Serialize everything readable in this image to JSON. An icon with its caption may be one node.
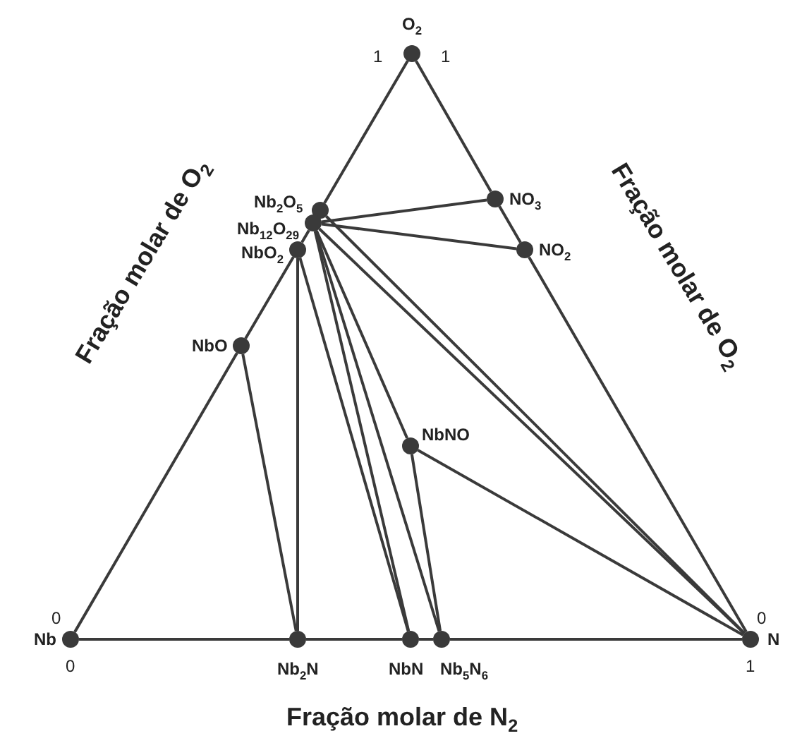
{
  "diagram": {
    "nodes": [
      {
        "text": [
          "O$_{2}$"
        ]
      },
      {
        "text": [
          "Nb$_{2}$O$_{5}$"
        ]
      },
      {
        "text": [
          "NO$_{3}$"
        ]
      },
      {
        "text": [
          "Nb$_{12}$O$_{29}$"
        ]
      },
      {
        "text": [
          "NbO$_{2}$"
        ]
      },
      {
        "text": [
          "NO$_{2}$"
        ]
      },
      {
        "text": [
          "NbO"
        ]
      },
      {
        "text": [
          "NbNO"
        ]
      },
      {
        "text": [
          "Nb"
        ]
      },
      {
        "text": [
          "Nb$_{2}$N"
        ]
      },
      {
        "text": [
          "NbN"
        ]
      },
      {
        "text": [
          "Nb$_{5}$N$_{6}$"
        ]
      },
      {
        "text": [
          "N"
        ]
      }
    ],
    "edges": [
      {
        "from": 0,
        "to": 1,
        "arrow": "none"
      },
      {
        "from": 3,
        "to": 4,
        "arrow": "none"
      },
      {
        "from": 4,
        "to": 6,
        "arrow": "none"
      },
      {
        "from": 6,
        "to": 8,
        "arrow": "none"
      },
      {
        "from": 0,
        "to": 2,
        "arrow": "none"
      },
      {
        "from": 2,
        "to": 5,
        "arrow": "none"
      },
      {
        "from": 5,
        "to": 12,
        "arrow": "none"
      },
      {
        "from": 8,
        "to": 9,
        "arrow": "none"
      },
      {
        "from": 9,
        "to": 10,
        "arrow": "none"
      },
      {
        "from": 10,
        "to": 11,
        "arrow": "none"
      },
      {
        "from": 11,
        "to": 12,
        "arrow": "none"
      },
      {
        "from": 3,
        "to": 2,
        "arrow": "none"
      },
      {
        "from": 3,
        "to": 5,
        "arrow": "none"
      },
      {
        "from": 1,
        "to": 12,
        "arrow": "none"
      },
      {
        "from": 3,
        "to": 12,
        "arrow": "none"
      },
      {
        "from": 6,
        "to": 9,
        "arrow": "none"
      },
      {
        "from": 4,
        "to": 9,
        "arrow": "none"
      },
      {
        "from": 4,
        "to": 10,
        "arrow": "none"
      },
      {
        "from": 3,
        "to": 10,
        "arrow": "none"
      },
      {
        "from": 3,
        "to": 11,
        "arrow": "none"
      },
      {
        "from": 3,
        "to": 7,
        "arrow": "none"
      },
      {
        "from": 7,
        "to": 11,
        "arrow": "none"
      },
      {
        "from": 7,
        "to": 12,
        "arrow": "none"
      }
    ],
    "labels": [
      "1",
      "1",
      "Fração molar de O$_{2}$",
      "Fração molar de O$_{2}$",
      "0",
      "0",
      "0",
      "1",
      "Fração molar de N$_{2}$"
    ]
  }
}
